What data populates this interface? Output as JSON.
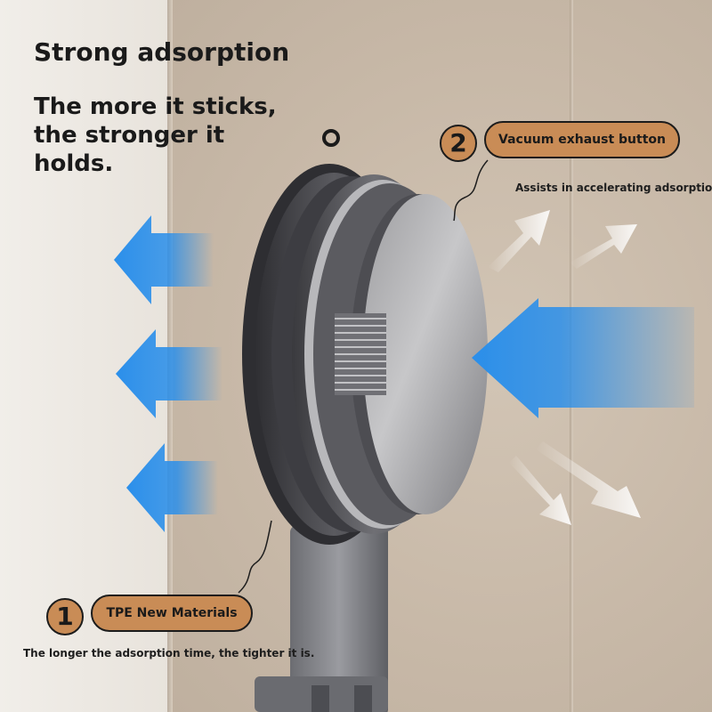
{
  "headline": {
    "title": "Strong adsorption",
    "subtitle": "The more it sticks, the stronger it holds."
  },
  "callouts": [
    {
      "number": "2",
      "label": "Vacuum exhaust button",
      "description": "Assists in accelerating adsorption"
    },
    {
      "number": "1",
      "label": "TPE New Materials",
      "description": "The longer the adsorption time, the tighter it is."
    }
  ],
  "colors": {
    "accent": "#c98c56",
    "arrow_blue": "#2b8fea",
    "metal": "#8a8a8e",
    "text": "#1a1a1a"
  },
  "icons": {
    "arrow_in": "left-arrow-icon",
    "arrow_out": "diagonal-arrow-icon"
  }
}
